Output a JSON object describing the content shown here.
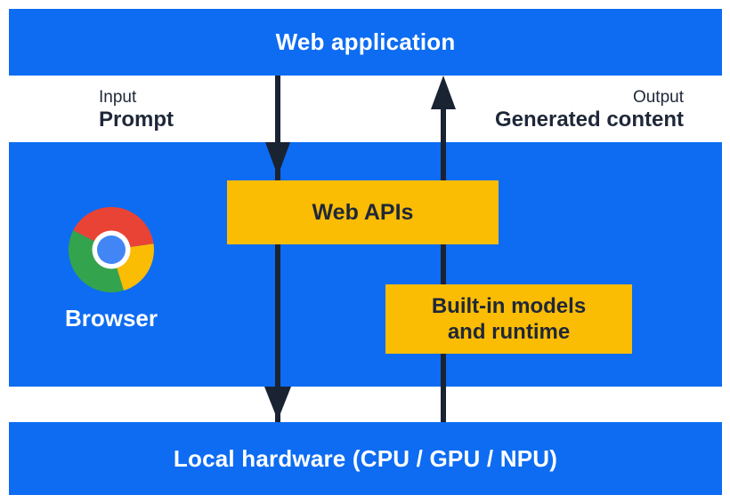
{
  "colors": {
    "blue": "#0d6cf2",
    "yellow": "#fbbc04",
    "arrow": "#1a2332",
    "dark_text": "#1f2839",
    "white": "#ffffff",
    "chrome_red": "#e94335",
    "chrome_green": "#34a34d",
    "chrome_yellow": "#fbbc04",
    "chrome_center_blue": "#4285f4"
  },
  "bars": {
    "web_application": "Web application",
    "local_hardware": "Local hardware (CPU / GPU / NPU)"
  },
  "labels": {
    "input_caption": "Input",
    "input_value": "Prompt",
    "output_caption": "Output",
    "output_value": "Generated content"
  },
  "browser": {
    "label": "Browser",
    "logo_icon": "chrome-logo-icon"
  },
  "boxes": {
    "web_apis": "Web APIs",
    "builtin_line1": "Built-in models",
    "builtin_line2": "and runtime"
  },
  "arrows": {
    "down_flow": "web-application-to-local-hardware",
    "up_flow": "local-hardware-to-web-application"
  }
}
